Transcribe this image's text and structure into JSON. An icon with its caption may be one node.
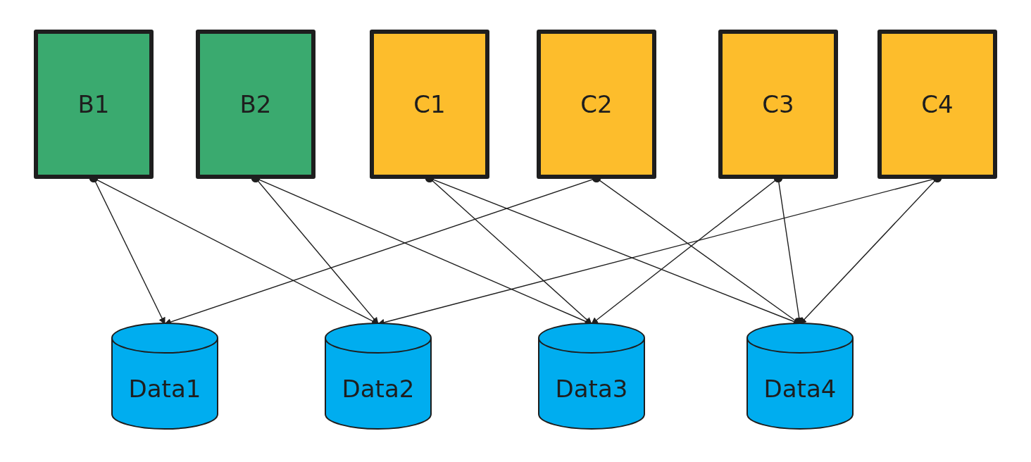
{
  "diagram": {
    "nodes": [
      {
        "text": [
          "B1"
        ]
      },
      {
        "text": [
          "B2"
        ]
      },
      {
        "text": [
          "C1"
        ]
      },
      {
        "text": [
          "C2"
        ]
      },
      {
        "text": [
          "C3"
        ]
      },
      {
        "text": [
          "C4"
        ]
      },
      {
        "text": [
          "Data1"
        ]
      },
      {
        "text": [
          "Data2"
        ]
      },
      {
        "text": [
          "Data3"
        ]
      },
      {
        "text": [
          "Data4"
        ]
      }
    ],
    "edges": [
      {
        "from": 0,
        "to": 6,
        "arrow": "to"
      },
      {
        "from": 0,
        "to": 7,
        "arrow": "to"
      },
      {
        "from": 1,
        "to": 7,
        "arrow": "to"
      },
      {
        "from": 1,
        "to": 8,
        "arrow": "to"
      },
      {
        "from": 2,
        "to": 8,
        "arrow": "to"
      },
      {
        "from": 2,
        "to": 9,
        "arrow": "to"
      },
      {
        "from": 3,
        "to": 6,
        "arrow": "to"
      },
      {
        "from": 3,
        "to": 9,
        "arrow": "to"
      },
      {
        "from": 4,
        "to": 8,
        "arrow": "to"
      },
      {
        "from": 4,
        "to": 9,
        "arrow": "to"
      },
      {
        "from": 5,
        "to": 7,
        "arrow": "to"
      },
      {
        "from": 5,
        "to": 9,
        "arrow": "to"
      }
    ]
  }
}
